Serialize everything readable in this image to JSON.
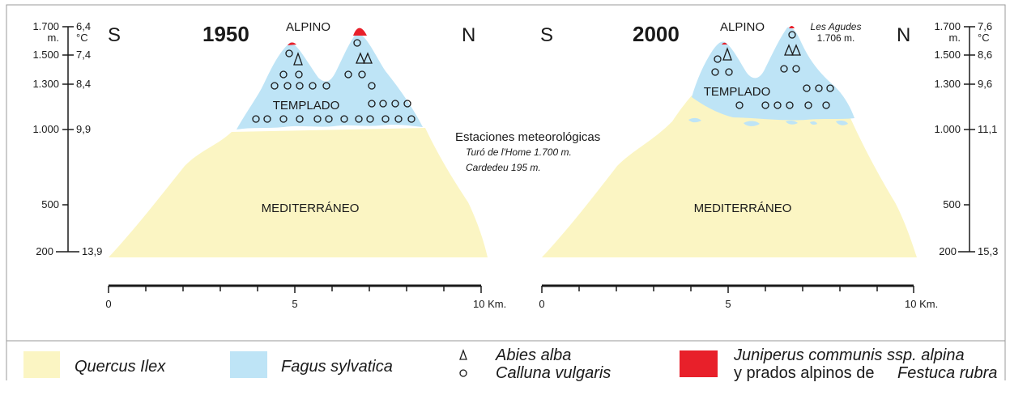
{
  "panels": [
    {
      "year": "1950",
      "dir_left": "S",
      "dir_right": "N",
      "zone_alpine": "ALPINO",
      "zone_temperate": "TEMPLADO",
      "zone_mediterranean": "MEDITERRÁNEO",
      "km_ticks": [
        "0",
        "5",
        "10 Km."
      ]
    },
    {
      "year": "2000",
      "dir_left": "S",
      "dir_right": "N",
      "zone_alpine": "ALPINO",
      "zone_temperate": "TEMPLADO",
      "zone_mediterranean": "MEDITERRÁNEO",
      "km_ticks": [
        "0",
        "5",
        "10 Km."
      ],
      "peak_name": "Les Agudes",
      "peak_alt": "1.706 m."
    }
  ],
  "left_axis": {
    "altitudes": [
      "1.700",
      "1.500",
      "1.300",
      "1.000",
      "500",
      "200"
    ],
    "alt_unit": "m.",
    "temps": [
      "6,4",
      "7,4",
      "8,4",
      "9,9",
      "13,9"
    ],
    "temp_unit": "°C"
  },
  "right_axis": {
    "altitudes": [
      "1.700",
      "1.500",
      "1.300",
      "1.000",
      "500",
      "200"
    ],
    "alt_unit": "m.",
    "temps": [
      "7,6",
      "8,6",
      "9,6",
      "11,1",
      "15,3"
    ],
    "temp_unit": "°C"
  },
  "stations": {
    "title": "Estaciones meteorológicas",
    "lines": [
      "Turó de l'Home 1.700 m.",
      "Cardedeu 195 m."
    ]
  },
  "legend": {
    "quercus": "Quercus Ilex",
    "fagus": "Fagus sylvatica",
    "abies": "Abies alba",
    "calluna": "Calluna vulgaris",
    "juniperus": "Juniperus communis ssp. alpina",
    "prados": "y prados alpinos de",
    "festuca": "Festuca rubra"
  },
  "colors": {
    "mediterranean": "#fbf5c3",
    "temperate": "#bee4f6",
    "alpine": "#e8202a",
    "ink": "#1a1a1a",
    "frame": "#9a9a9a"
  }
}
